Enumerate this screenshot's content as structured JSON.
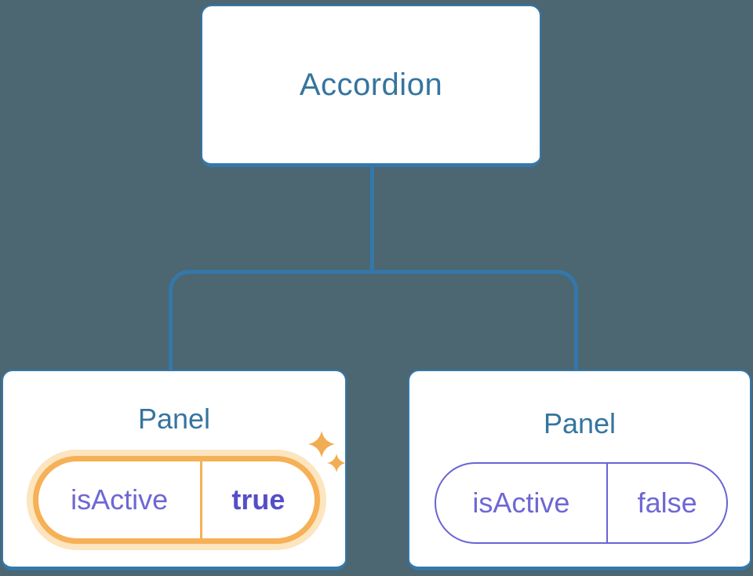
{
  "colors": {
    "background": "#4C6672",
    "node_border": "#3478AA",
    "node_fill": "#FFFFFF",
    "node_text": "#35759E",
    "connector": "#3478AA",
    "prop_text": "#6E67D5",
    "prop_value_active_text": "#554EC9",
    "active_pill_border": "#F6B056",
    "active_pill_glow": "#FCE5BF",
    "inactive_pill_border": "#6A63D4",
    "sparkle": "#F2AC53"
  },
  "tree": {
    "root": {
      "label": "Accordion"
    },
    "children": [
      {
        "title": "Panel",
        "prop_name": "isActive",
        "prop_value": "true",
        "state": "active"
      },
      {
        "title": "Panel",
        "prop_name": "isActive",
        "prop_value": "false",
        "state": "inactive"
      }
    ]
  }
}
